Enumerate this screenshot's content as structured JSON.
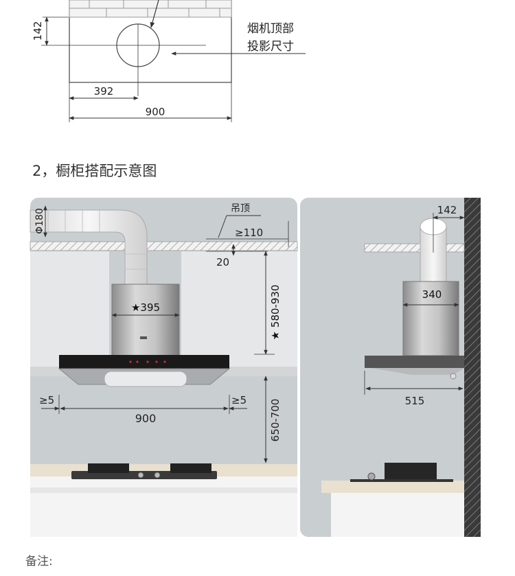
{
  "top_diagram": {
    "dim_height": "142",
    "dim_offset": "392",
    "dim_width": "900",
    "projection_label_line1": "烟机顶部",
    "projection_label_line2": "投影尺寸"
  },
  "section_title": "2，橱柜搭配示意图",
  "front_view": {
    "duct_diameter": "Φ180",
    "ceiling_label": "吊顶",
    "ceiling_clearance": "≥110",
    "ceiling_gap": "20",
    "chimney_width": "★395",
    "chimney_height": "★ 580-930",
    "side_gap_left": "≥5",
    "side_gap_right": "≥5",
    "hood_width": "900",
    "install_height": "650-700"
  },
  "side_view": {
    "duct_offset": "142",
    "chimney_depth": "340",
    "hood_depth": "515"
  },
  "note_label": "备注:"
}
